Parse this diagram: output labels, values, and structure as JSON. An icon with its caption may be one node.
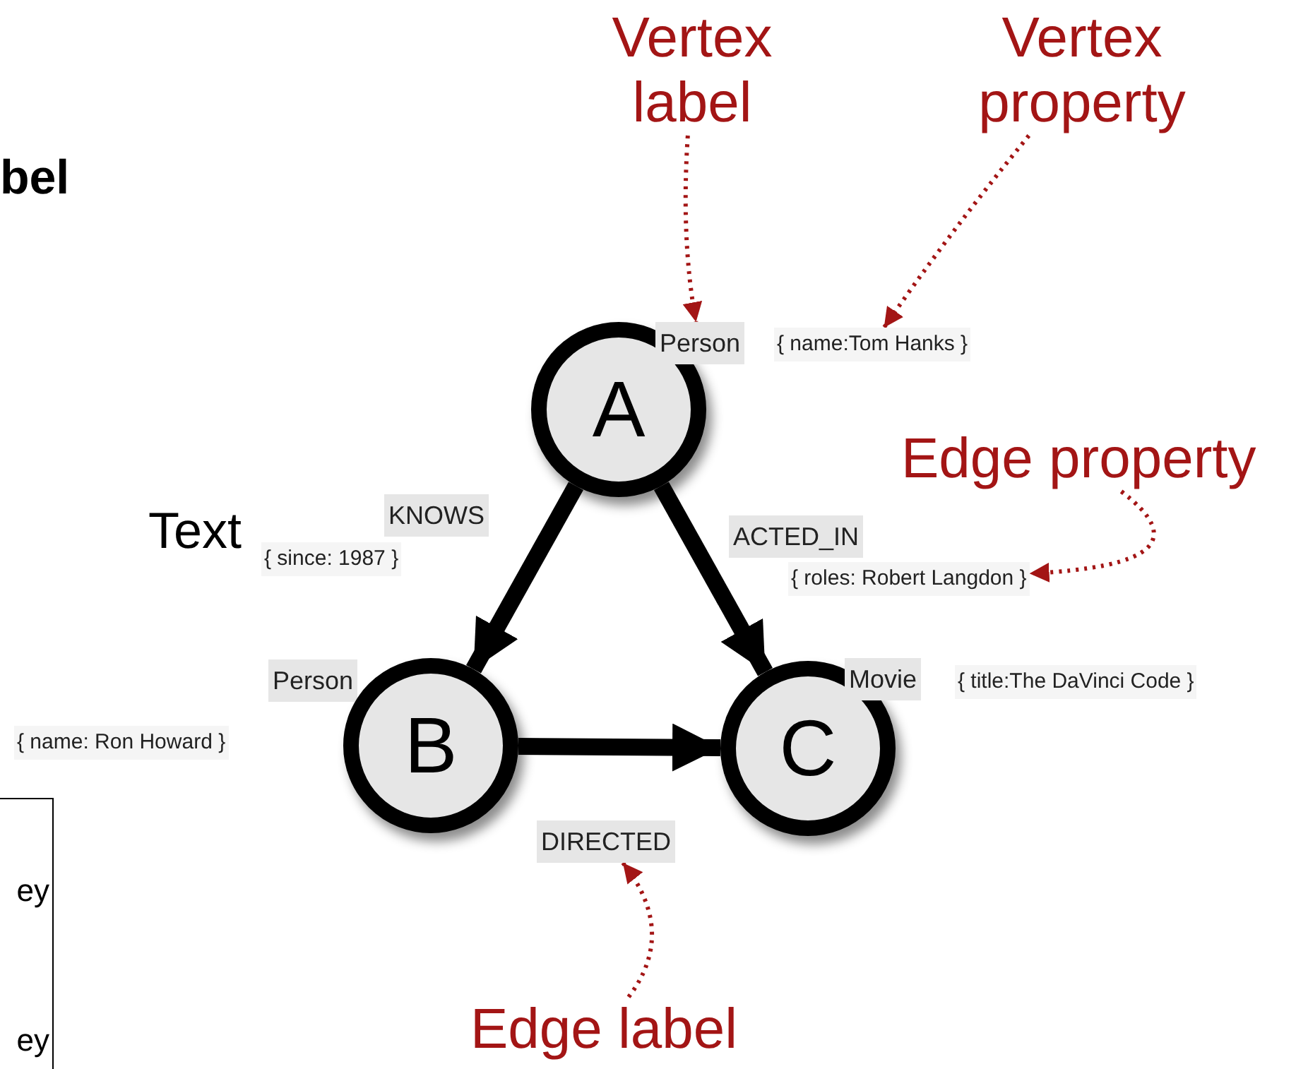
{
  "diagram": {
    "nodes": [
      {
        "text": [
          "Vertex label"
        ]
      },
      {
        "text": [
          "Vertex property"
        ]
      },
      {
        "text": [
          "A"
        ]
      },
      {
        "text": [
          "Person"
        ]
      },
      {
        "text": [
          "{ name:Tom Hanks }"
        ]
      },
      {
        "text": [
          "Edge property"
        ]
      },
      {
        "text": [
          "KNOWS"
        ]
      },
      {
        "text": [
          "{ since: 1987 }"
        ]
      },
      {
        "text": [
          "ACTED_IN"
        ]
      },
      {
        "text": [
          "{ roles: Robert Langdon }"
        ]
      },
      {
        "text": [
          "Person"
        ]
      },
      {
        "text": [
          "B"
        ]
      },
      {
        "text": [
          "C"
        ]
      },
      {
        "text": [
          "Movie"
        ]
      },
      {
        "text": [
          "{ title:The DaVinci Code }"
        ]
      },
      {
        "text": [
          "{ name: Ron Howard }"
        ]
      },
      {
        "text": [
          "DIRECTED"
        ]
      },
      {
        "text": [
          "Edge label"
        ]
      },
      {
        "text": [
          "ey",
          "ey"
        ]
      }
    ],
    "edges": [
      {
        "from": 2,
        "to": 11,
        "arrow": "to",
        "style": "thick",
        "color": "#000000"
      },
      {
        "from": 2,
        "to": 12,
        "arrow": "to",
        "style": "thick",
        "color": "#000000"
      },
      {
        "from": 11,
        "to": 12,
        "arrow": "to",
        "style": "thick",
        "color": "#000000"
      },
      {
        "from": 0,
        "to": 3,
        "arrow": "to",
        "style": "dashed",
        "color": "#a31515"
      },
      {
        "from": 1,
        "to": 4,
        "arrow": "to",
        "style": "dashed",
        "color": "#a31515"
      },
      {
        "from": 5,
        "to": 9,
        "arrow": "to",
        "style": "dashed",
        "color": "#a31515"
      },
      {
        "from": 17,
        "to": 16,
        "arrow": "to",
        "style": "dashed",
        "color": "#a31515"
      }
    ],
    "labels": [
      "bel",
      "Text"
    ]
  }
}
